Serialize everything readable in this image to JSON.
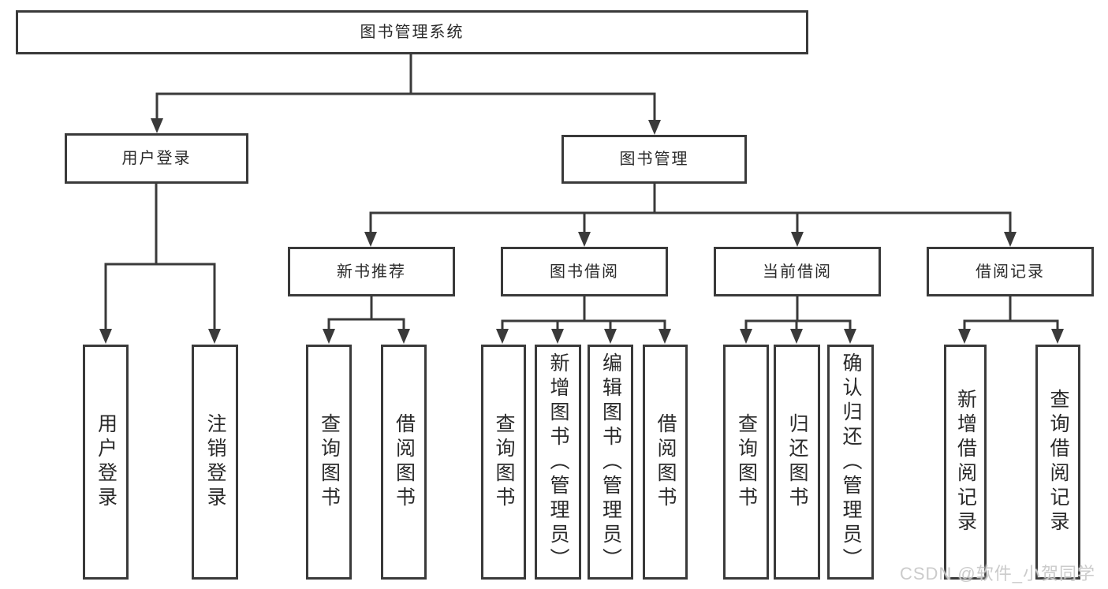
{
  "root": {
    "label": "图书管理系统"
  },
  "level2": {
    "user_login": {
      "label": "用户登录"
    },
    "book_mgmt": {
      "label": "图书管理"
    }
  },
  "level3": {
    "new_books": {
      "label": "新书推荐"
    },
    "borrowing": {
      "label": "图书借阅"
    },
    "current": {
      "label": "当前借阅"
    },
    "records": {
      "label": "借阅记录"
    }
  },
  "leaves": {
    "user_login_login": {
      "label": "用户登录"
    },
    "user_login_logout": {
      "label": "注销登录"
    },
    "new_books_query": {
      "label": "查询图书"
    },
    "new_books_borrow": {
      "label": "借阅图书"
    },
    "borrowing_query": {
      "label": "查询图书"
    },
    "borrowing_add": {
      "label": "新增图书（管理员）"
    },
    "borrowing_edit": {
      "label": "编辑图书（管理员）"
    },
    "borrowing_borrow": {
      "label": "借阅图书"
    },
    "current_query": {
      "label": "查询图书"
    },
    "current_return": {
      "label": "归还图书"
    },
    "current_confirm": {
      "label": "确认归还（管理员）"
    },
    "records_add": {
      "label": "新增借阅记录"
    },
    "records_query": {
      "label": "查询借阅记录"
    }
  },
  "watermark": {
    "text": "CSDN @软件_小贺同学"
  },
  "colors": {
    "line": "#3a3a3a",
    "text": "#2a2a2a",
    "watermark": "#c8c8c8"
  }
}
